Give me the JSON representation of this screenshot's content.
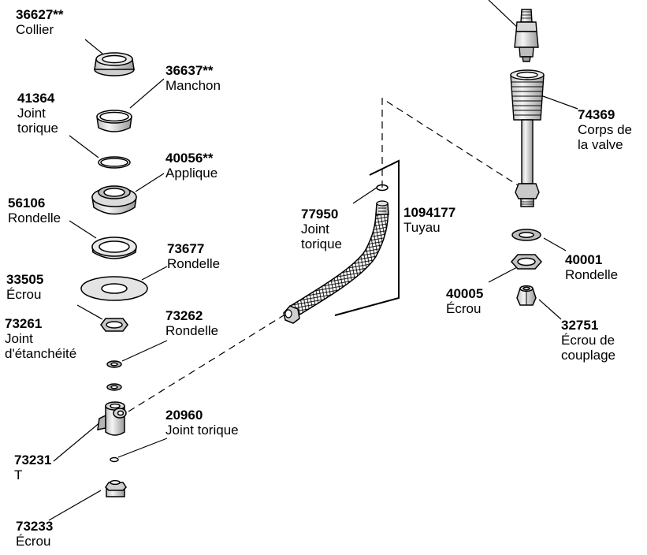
{
  "parts": [
    {
      "id": "collier",
      "number": "36627**",
      "name": "Collier"
    },
    {
      "id": "manchon",
      "number": "36637**",
      "name": "Manchon"
    },
    {
      "id": "joint-torique-41364",
      "number": "41364",
      "name": "Joint",
      "name2": "torique"
    },
    {
      "id": "applique",
      "number": "40056**",
      "name": "Applique"
    },
    {
      "id": "rondelle-56106",
      "number": "56106",
      "name": "Rondelle"
    },
    {
      "id": "rondelle-73677",
      "number": "73677",
      "name": "Rondelle"
    },
    {
      "id": "ecrou-33505",
      "number": "33505",
      "name": "Écrou"
    },
    {
      "id": "joint-73261",
      "number": "73261",
      "name": "Joint",
      "name2": "d'étanchéité"
    },
    {
      "id": "rondelle-73262",
      "number": "73262",
      "name": "Rondelle"
    },
    {
      "id": "joint-torique-20960",
      "number": "20960",
      "name": "Joint torique"
    },
    {
      "id": "t-73231",
      "number": "73231",
      "name": "T"
    },
    {
      "id": "ecrou-73233",
      "number": "73233",
      "name": "Écrou"
    },
    {
      "id": "joint-torique-77950",
      "number": "77950",
      "name": "Joint",
      "name2": "torique"
    },
    {
      "id": "tuyau",
      "number": "1094177",
      "name": "Tuyau"
    },
    {
      "id": "corps-valve",
      "number": "74369",
      "name": "Corps de",
      "name2": "la valve"
    },
    {
      "id": "rondelle-40001",
      "number": "40001",
      "name": "Rondelle"
    },
    {
      "id": "ecrou-40005",
      "number": "40005",
      "name": "Écrou"
    },
    {
      "id": "ecrou-couplage",
      "number": "32751",
      "name": "Écrou de",
      "name2": "couplage"
    }
  ]
}
